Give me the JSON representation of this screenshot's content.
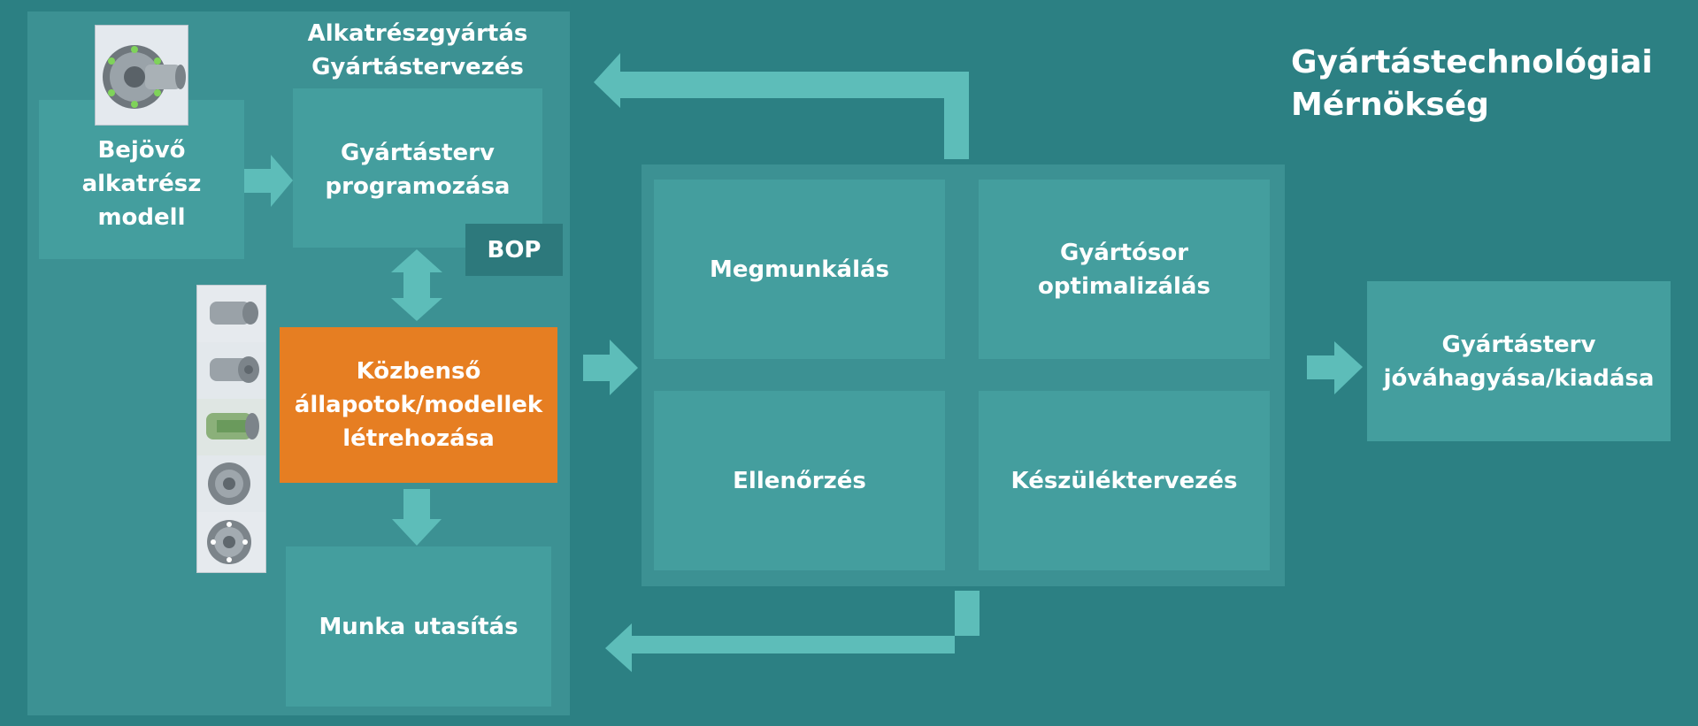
{
  "colors": {
    "background": "#2c8083",
    "panel": "#3c9193",
    "box": "#449e9e",
    "highlight": "#e67e22",
    "arrow": "#5dbdb9",
    "text": "#ffffff"
  },
  "main_title": "Gyártástechnológiai\nMérnökség",
  "left_section": {
    "header": "Alkatrészgyártás\nGyártástervezés",
    "incoming_model": "Bejövő\nalkatrész\nmodell",
    "plan_programming": "Gyártásterv\nprogramozása",
    "bop_tag": "BOP",
    "intermediate_states": "Közbenső\nállapotok/modellek\nlétrehozása",
    "work_instruction": "Munka utasítás"
  },
  "center_grid": {
    "machining": "Megmunkálás",
    "line_optimization": "Gyártósor\noptimalizálás",
    "inspection": "Ellenőrzés",
    "fixture_design": "Készüléktervezés"
  },
  "approval": "Gyártásterv\njóváhagyása/kiadása",
  "icons": {
    "part_model": "part-cad-model-icon",
    "intermediate_models": "intermediate-part-models-strip"
  }
}
